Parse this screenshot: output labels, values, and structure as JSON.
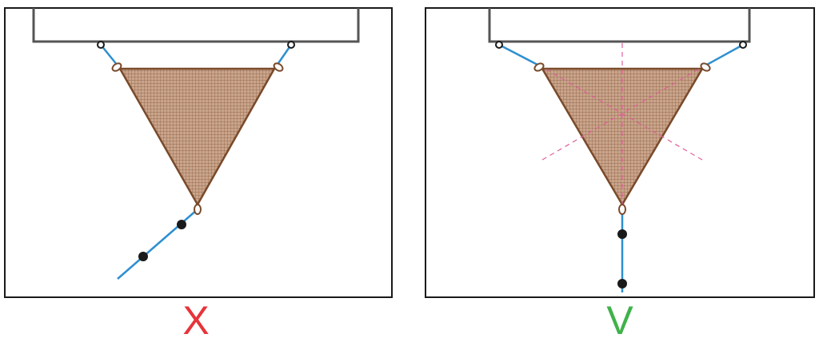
{
  "colors": {
    "frame": "#1a1a1a",
    "beam": "#555555",
    "sail_fill": "#c9a58c",
    "sail_mesh": "#8a5a3c",
    "sail_edge": "#7a4a2a",
    "cable": "#2f8fd0",
    "dot": "#1a1a1a",
    "guide": "#e0609a",
    "wrong": "#e8333a",
    "right": "#3fb24a"
  },
  "panels": {
    "wrong": {
      "label": "X",
      "verdict": "incorrect"
    },
    "right": {
      "label": "V",
      "verdict": "correct"
    }
  }
}
